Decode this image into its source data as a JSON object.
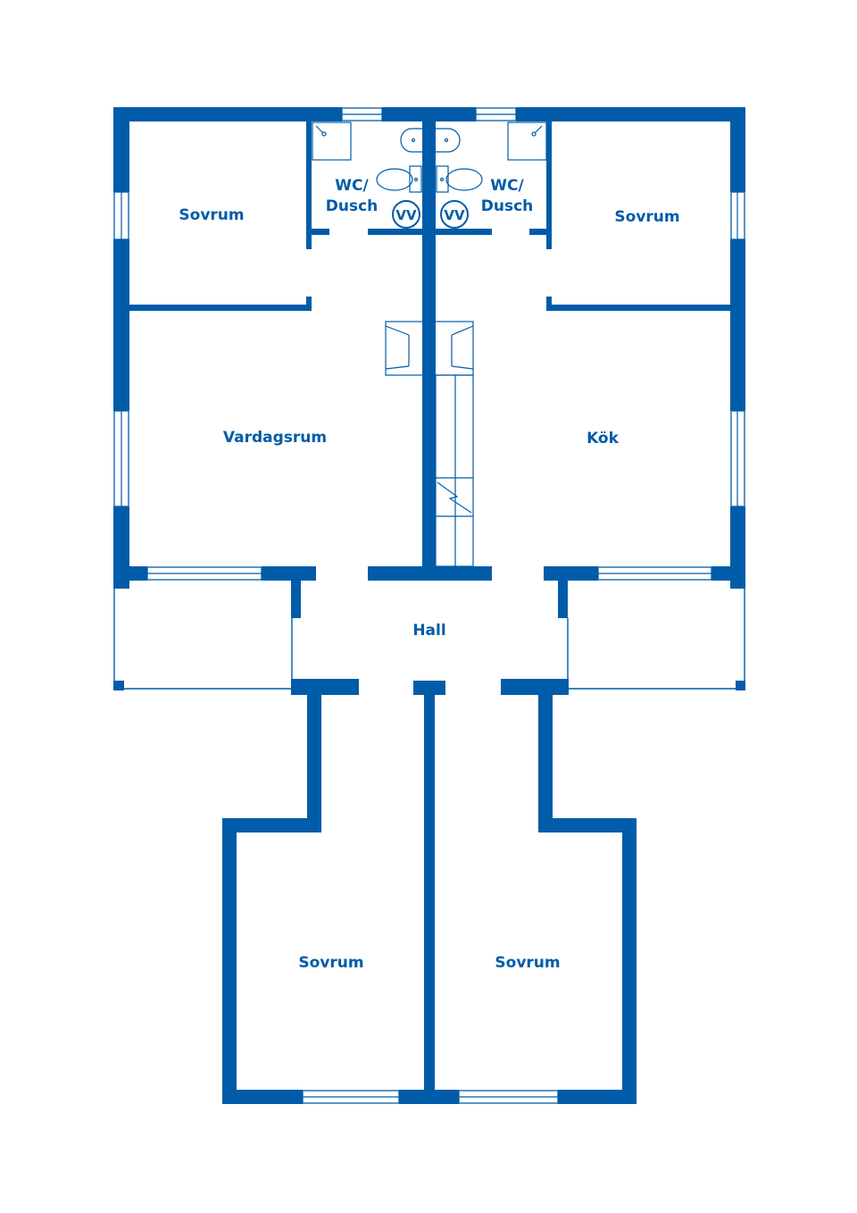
{
  "colors": {
    "wall": "#005ca9",
    "background": "#ffffff"
  },
  "rooms": {
    "sovrum_top_left": "Sovrum",
    "sovrum_top_right": "Sovrum",
    "wc_left_line1": "WC/",
    "wc_left_line2": "Dusch",
    "wc_right_line1": "WC/",
    "wc_right_line2": "Dusch",
    "vardagsrum": "Vardagsrum",
    "kok": "Kök",
    "hall": "Hall",
    "sovrum_bottom_left": "Sovrum",
    "sovrum_bottom_right": "Sovrum"
  },
  "fixtures": {
    "vv_left": "VV",
    "vv_right": "VV"
  }
}
